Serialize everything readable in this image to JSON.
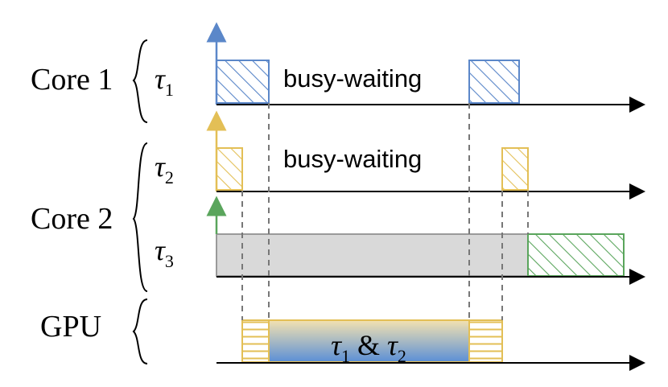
{
  "rows": {
    "core1": {
      "label": "Core 1",
      "task": "τ",
      "sub": "1"
    },
    "core2": {
      "label": "Core 2",
      "task2": "τ",
      "sub2": "2",
      "task3": "τ",
      "sub3": "3"
    },
    "gpu": {
      "label": "GPU"
    }
  },
  "annotations": {
    "busy_core1": "busy-waiting",
    "busy_core2": "busy-waiting",
    "gpu_job": {
      "t1": "τ",
      "s1": "1",
      "amp": " & ",
      "t2": "τ",
      "s2": "2"
    }
  },
  "colors": {
    "blue": "#5b87c9",
    "yellow": "#e3bf56",
    "green": "#5aa55c",
    "gray_fill": "#d9d9d9",
    "gray_line": "#9a9a9a",
    "dash": "#777777",
    "gpu_gradient_top": "#f3e2b0",
    "gpu_gradient_bottom": "#5b8fd6"
  }
}
